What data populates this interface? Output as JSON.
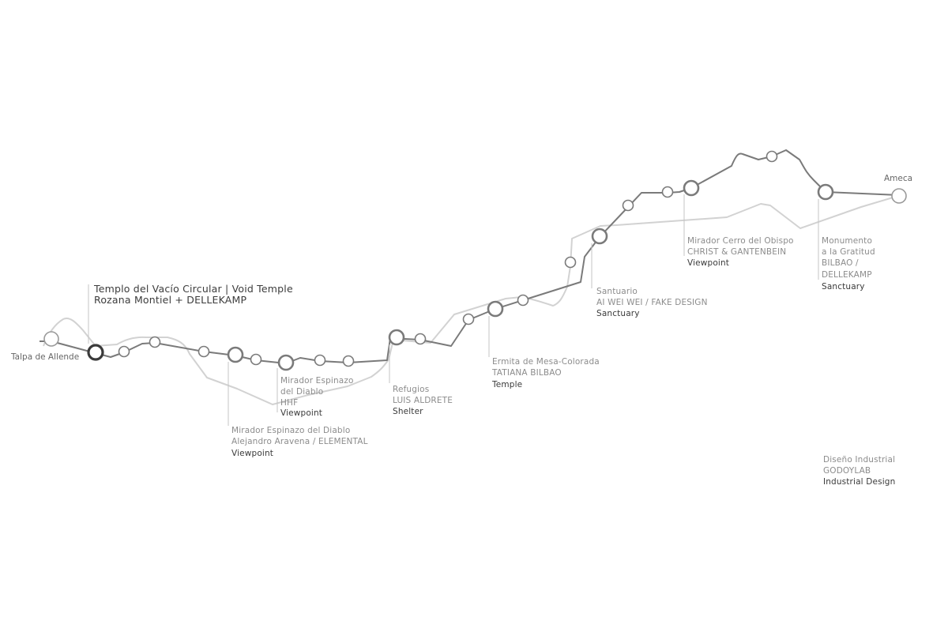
{
  "endpoints": {
    "start": "Talpa de Allende",
    "end": "Ameca"
  },
  "featured": {
    "line1": "Templo del Vacío Circular | Void Temple",
    "line2": "Rozana Montiel + DELLEKAMP"
  },
  "stops": [
    {
      "lines": [
        "Mirador Espinazo del Diablo",
        "Alejandro Aravena / ELEMENTAL"
      ],
      "type": "Viewpoint"
    },
    {
      "lines": [
        "Mirador Espinazo",
        "del Diablo",
        "HHF"
      ],
      "type": "Viewpoint"
    },
    {
      "lines": [
        "Refugios",
        "LUIS ALDRETE"
      ],
      "type": "Shelter"
    },
    {
      "lines": [
        "Ermita de Mesa-Colorada",
        "TATIANA BILBAO"
      ],
      "type": "Temple"
    },
    {
      "lines": [
        "Santuario",
        "AI WEI WEI / FAKE DESIGN"
      ],
      "type": "Sanctuary"
    },
    {
      "lines": [
        "Mirador Cerro del Obispo",
        "CHRIST & GANTENBEIN"
      ],
      "type": "Viewpoint"
    },
    {
      "lines": [
        "Monumento",
        "a la Gratitud",
        "BILBAO /",
        "DELLEKAMP"
      ],
      "type": "Sanctuary"
    }
  ],
  "extra": {
    "lines": [
      "Diseño Industrial",
      "GODOYLAB"
    ],
    "type": "Industrial Design"
  },
  "colors": {
    "main_route": "#7a7a7a",
    "secondary_route": "#d2d2d2",
    "featured_stop": "#3a3a3a",
    "label": "#8c8c8c",
    "type_label": "#3a3a3a"
  }
}
